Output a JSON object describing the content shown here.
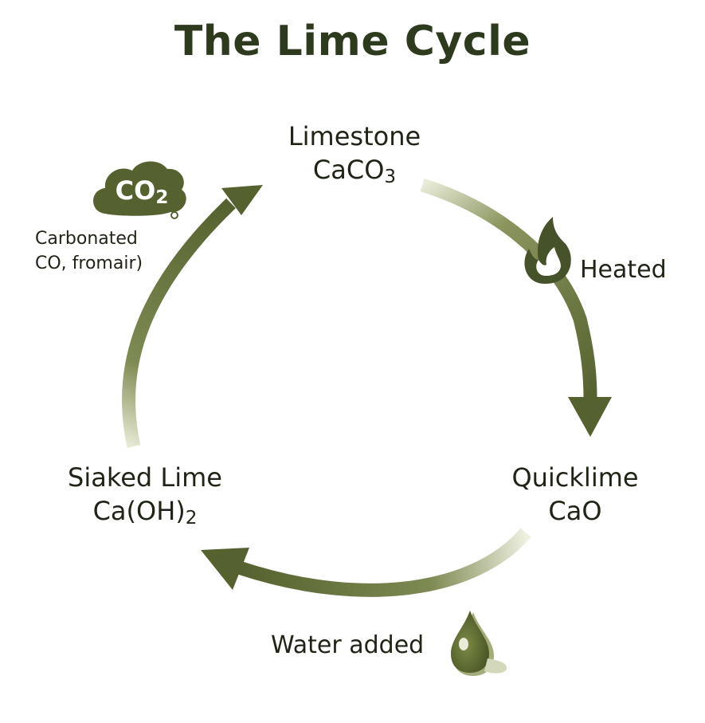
{
  "title": "The Lime Cycle",
  "stages": {
    "limestone": {
      "name": "Limestone",
      "formula_main": "CaCO",
      "formula_sub": "3"
    },
    "quicklime": {
      "name": "Quicklime",
      "formula": "CaO"
    },
    "slaked": {
      "name": "Siaked Lime",
      "formula_main": "Ca(OH)",
      "formula_sub": "2"
    }
  },
  "steps": {
    "heated": "Heated",
    "water": "Water added",
    "carbonated_line1": "Carbonated",
    "carbonated_line2": "CO, fromair)"
  },
  "co2_cloud": {
    "text_main": "CO",
    "text_sub": "2"
  },
  "colors": {
    "arrow": "#55622f",
    "arrow_light": "#c9d0a8",
    "text": "#1e2416",
    "title": "#2e3a1e"
  },
  "icons": [
    "flame-icon",
    "water-drop-icon",
    "co2-cloud-icon"
  ]
}
